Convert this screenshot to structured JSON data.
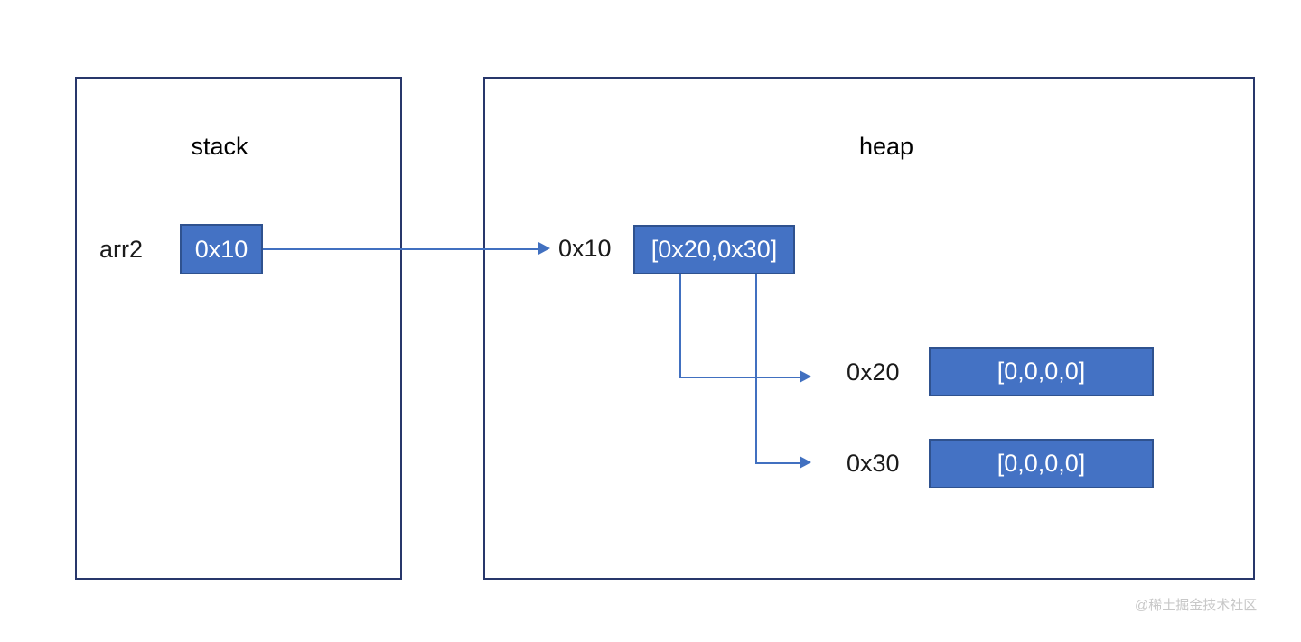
{
  "diagram": {
    "regions": [
      {
        "id": "stack",
        "title": "stack"
      },
      {
        "id": "heap",
        "title": "heap"
      }
    ],
    "stack": {
      "variable_label": "arr2",
      "slot_value": "0x10"
    },
    "heap": {
      "entries": [
        {
          "address": "0x10",
          "value": "[0x20,0x30]"
        },
        {
          "address": "0x20",
          "value": "[0,0,0,0]"
        },
        {
          "address": "0x30",
          "value": "[0,0,0,0]"
        }
      ]
    },
    "connections": [
      {
        "from": "arr2 stack slot 0x10",
        "to": "heap address 0x10"
      },
      {
        "from": "heap 0x10 element 0",
        "to": "heap address 0x20"
      },
      {
        "from": "heap 0x10 element 1",
        "to": "heap address 0x30"
      }
    ],
    "colors": {
      "box_fill": "#4472C4",
      "box_border": "#2F528F",
      "region_border": "#28376B",
      "connector": "#4170C0",
      "value_text": "#FFFFFF",
      "label_text": "#1A1A1A",
      "watermark_text": "#C8C8C8",
      "background": "#FFFFFF"
    }
  },
  "watermark": {
    "text": "@稀土掘金技术社区"
  }
}
